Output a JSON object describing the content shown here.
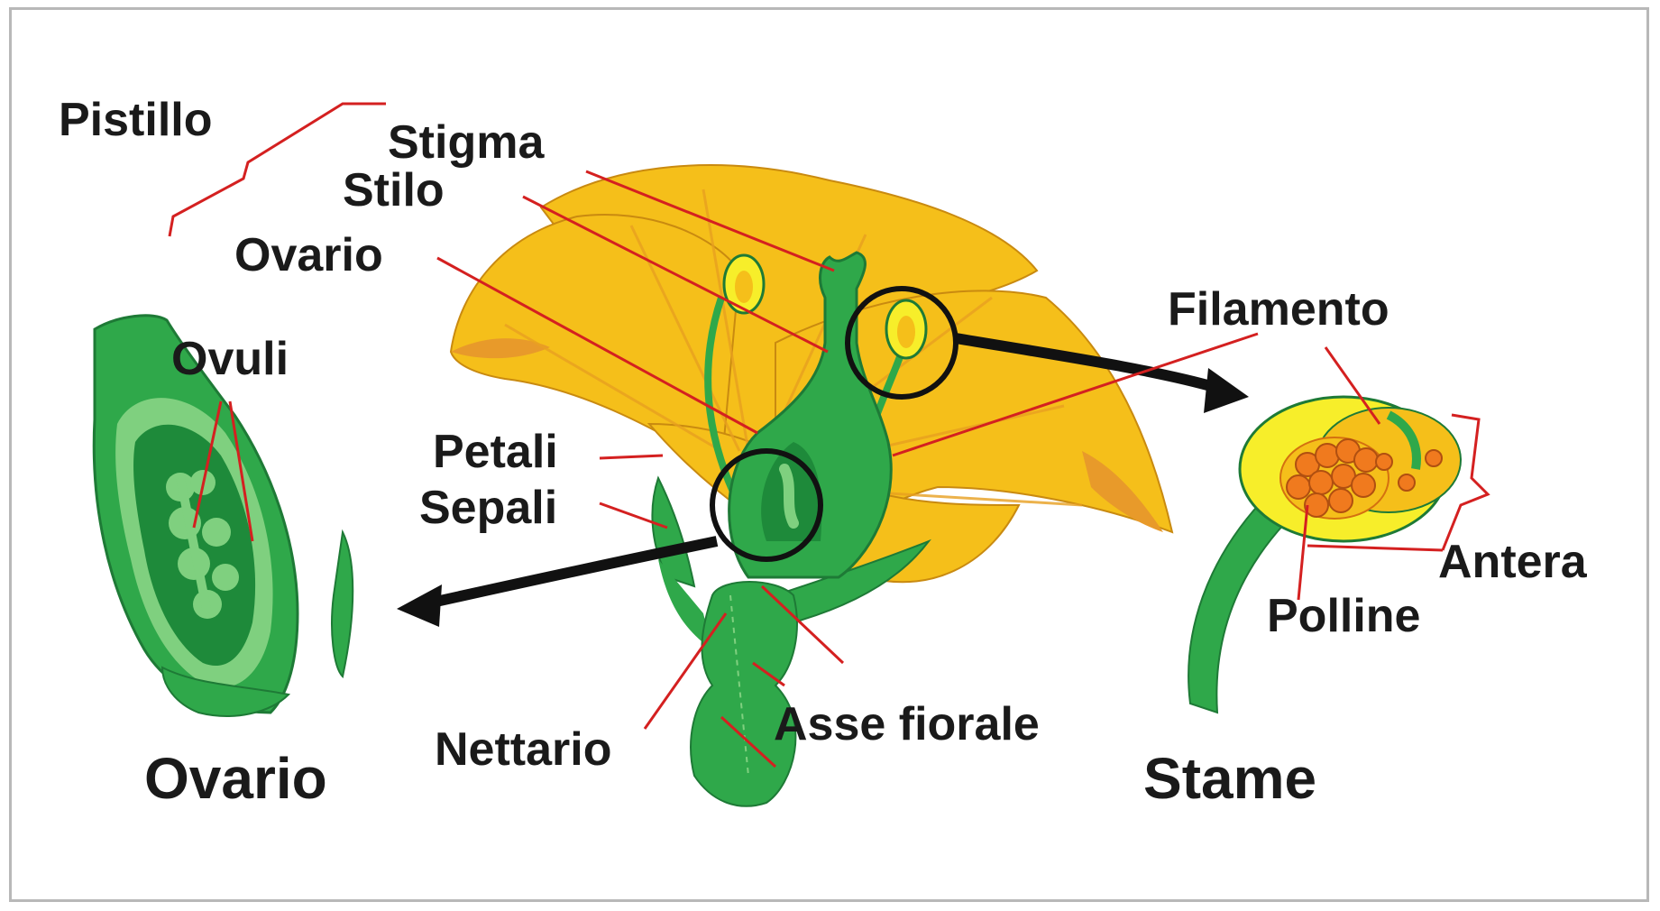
{
  "labels": {
    "pistillo": "Pistillo",
    "stigma": "Stigma",
    "stilo": "Stilo",
    "ovario": "Ovario",
    "ovuli": "Ovuli",
    "petali": "Petali",
    "sepali": "Sepali",
    "nettario": "Nettario",
    "asse_fiorale": "Asse fiorale",
    "filamento": "Filamento",
    "antera": "Antera",
    "polline": "Polline"
  },
  "titles": {
    "ovario": "Ovario",
    "stame": "Stame"
  },
  "colors": {
    "petal": "#f5bf1a",
    "petal_dark": "#e89a2a",
    "green": "#2fa84a",
    "green_dark": "#1e8a3a",
    "green_light": "#7fd07f",
    "leader": "#d42020",
    "pollen": "#f07a1e",
    "anther_yellow": "#f7ee2a"
  }
}
